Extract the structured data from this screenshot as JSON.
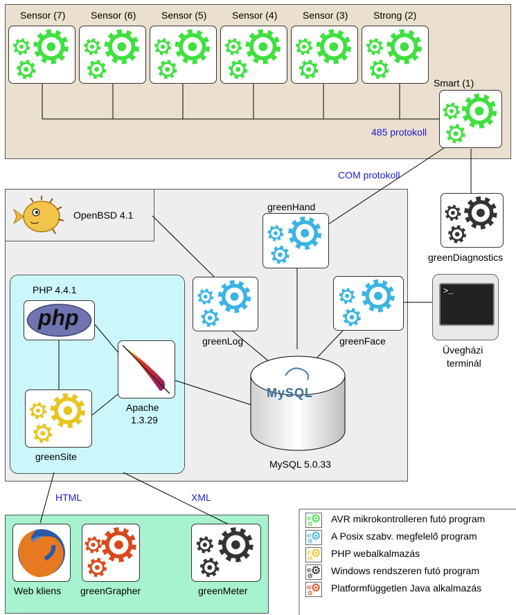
{
  "colors": {
    "avr": "#3fe03f",
    "posix": "#3ab4e2",
    "php": "#e6c522",
    "windows": "#333333",
    "java": "#d9491b"
  },
  "top_area": {
    "sensors": [
      {
        "label": "Sensor (7)",
        "icon": "gears-green-icon"
      },
      {
        "label": "Sensor (6)",
        "icon": "gears-green-icon"
      },
      {
        "label": "Sensor (5)",
        "icon": "gears-green-icon"
      },
      {
        "label": "Sensor (4)",
        "icon": "gears-green-icon"
      },
      {
        "label": "Sensor (3)",
        "icon": "gears-green-icon"
      },
      {
        "label": "Strong (2)",
        "icon": "gears-green-icon"
      }
    ],
    "smart_label": "Smart (1)",
    "bus_label": "485 protokoll"
  },
  "com_label": "COM protokoll",
  "green_diagnostics": "greenDiagnostics",
  "server": {
    "os_label": "OpenBSD 4.1",
    "green_hand": "greenHand",
    "green_log": "greenLog",
    "green_face": "greenFace",
    "mysql_label": "MySQL 5.0.33",
    "mysql_logo": "MySQL",
    "php_area": {
      "title": "PHP 4.4.1",
      "php_logo": "php",
      "apache_label_1": "Apache",
      "apache_label_2": "1.3.29",
      "green_site": "greenSite"
    }
  },
  "terminal": {
    "line1": "Üvegházi",
    "line2": "terminál"
  },
  "html_label": "HTML",
  "xml_label": "XML",
  "client_area": {
    "web_client": "Web kliens",
    "green_grapher": "greenGrapher",
    "green_meter": "greenMeter"
  },
  "legend": [
    {
      "label": "AVR mikrokontrolleren futó program",
      "color": "#3fe03f"
    },
    {
      "label": "A Posix szabv. megfelelő program",
      "color": "#3ab4e2"
    },
    {
      "label": "PHP webalkalmazás",
      "color": "#e6c522"
    },
    {
      "label": "Windows rendszeren futó program",
      "color": "#333333"
    },
    {
      "label": "Platformfüggetlen Java alkalmazás",
      "color": "#d9491b"
    }
  ]
}
